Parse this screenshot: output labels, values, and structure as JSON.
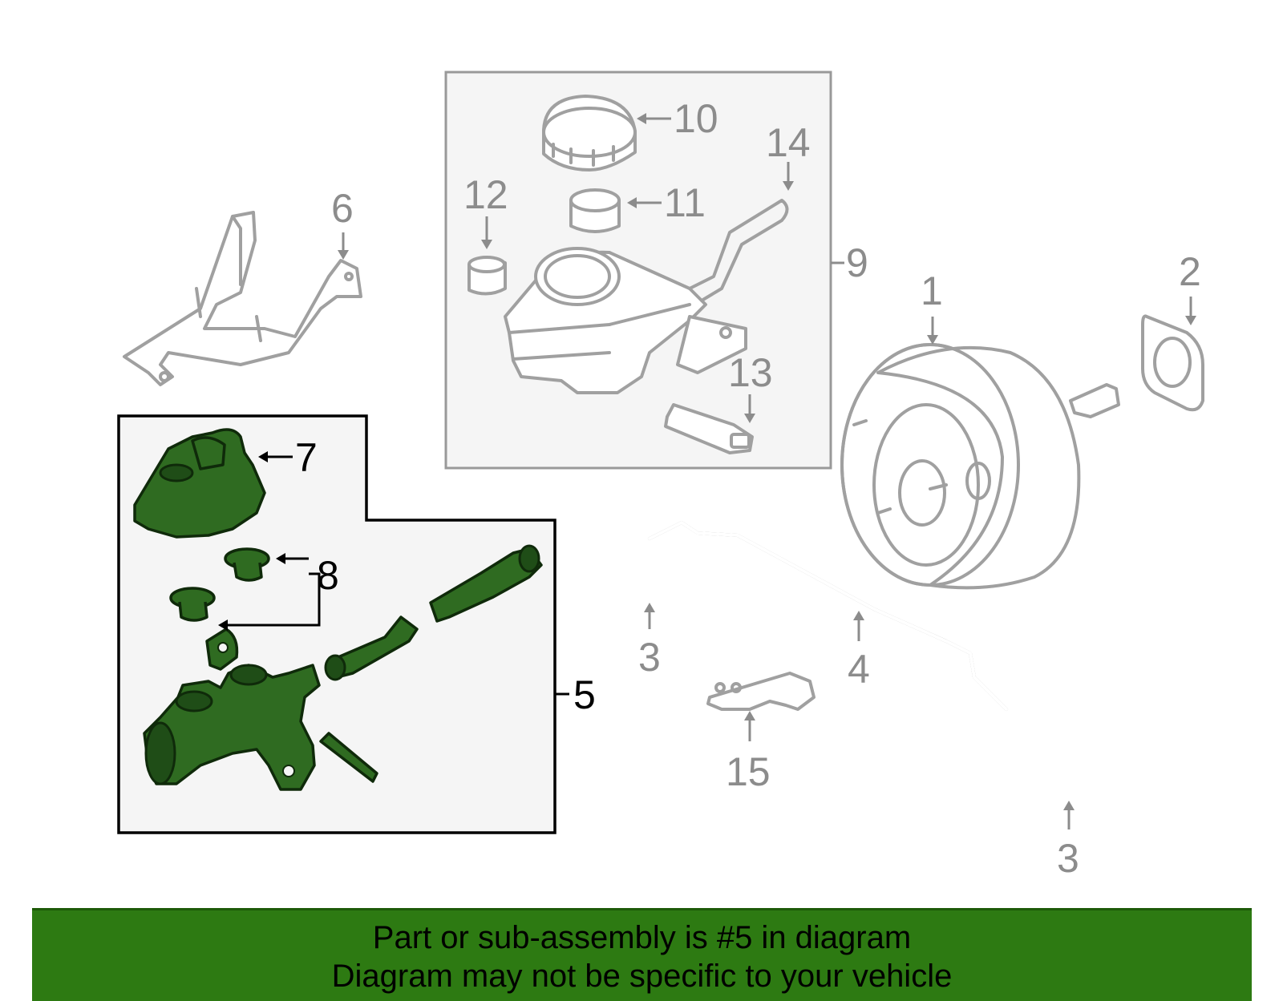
{
  "callouts": {
    "c1": "1",
    "c2": "2",
    "c3a": "3",
    "c3b": "3",
    "c4": "4",
    "c5": "5",
    "c6": "6",
    "c7": "7",
    "c8": "8",
    "c9": "9",
    "c10": "10",
    "c11": "11",
    "c12": "12",
    "c13": "13",
    "c14": "14",
    "c15": "15"
  },
  "highlight": {
    "part_number": "5",
    "color": "#2f6b21"
  },
  "colors": {
    "banner": "#2d7a12",
    "line_art": "#a0a0a0",
    "highlighted_part": "#2f6b21"
  },
  "banner": {
    "line1": "Part or sub-assembly is #5 in diagram",
    "line2": "Diagram may not be specific to your vehicle"
  }
}
